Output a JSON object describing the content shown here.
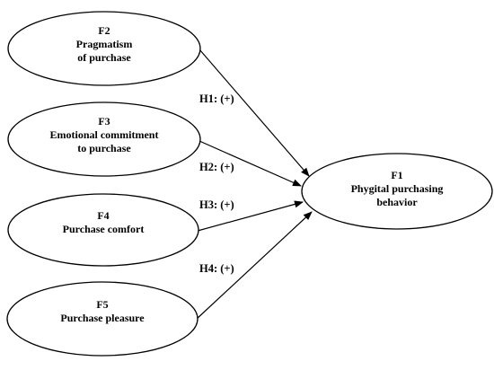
{
  "nodes": {
    "f2": {
      "id": "F2",
      "lines": [
        "Pragmatism",
        "of purchase"
      ]
    },
    "f3": {
      "id": "F3",
      "lines": [
        "Emotional commitment",
        "to purchase"
      ]
    },
    "f4": {
      "id": "F4",
      "lines": [
        "Purchase comfort"
      ]
    },
    "f5": {
      "id": "F5",
      "lines": [
        "Purchase pleasure"
      ]
    },
    "f1": {
      "id": "F1",
      "lines": [
        "Phygital purchasing",
        "behavior"
      ]
    }
  },
  "edges": {
    "h1": {
      "label": "H1: (+)",
      "from": "F2",
      "to": "F1"
    },
    "h2": {
      "label": "H2: (+)",
      "from": "F3",
      "to": "F1"
    },
    "h3": {
      "label": "H3: (+)",
      "from": "F4",
      "to": "F1"
    },
    "h4": {
      "label": "H4: (+)",
      "from": "F5",
      "to": "F1"
    }
  }
}
